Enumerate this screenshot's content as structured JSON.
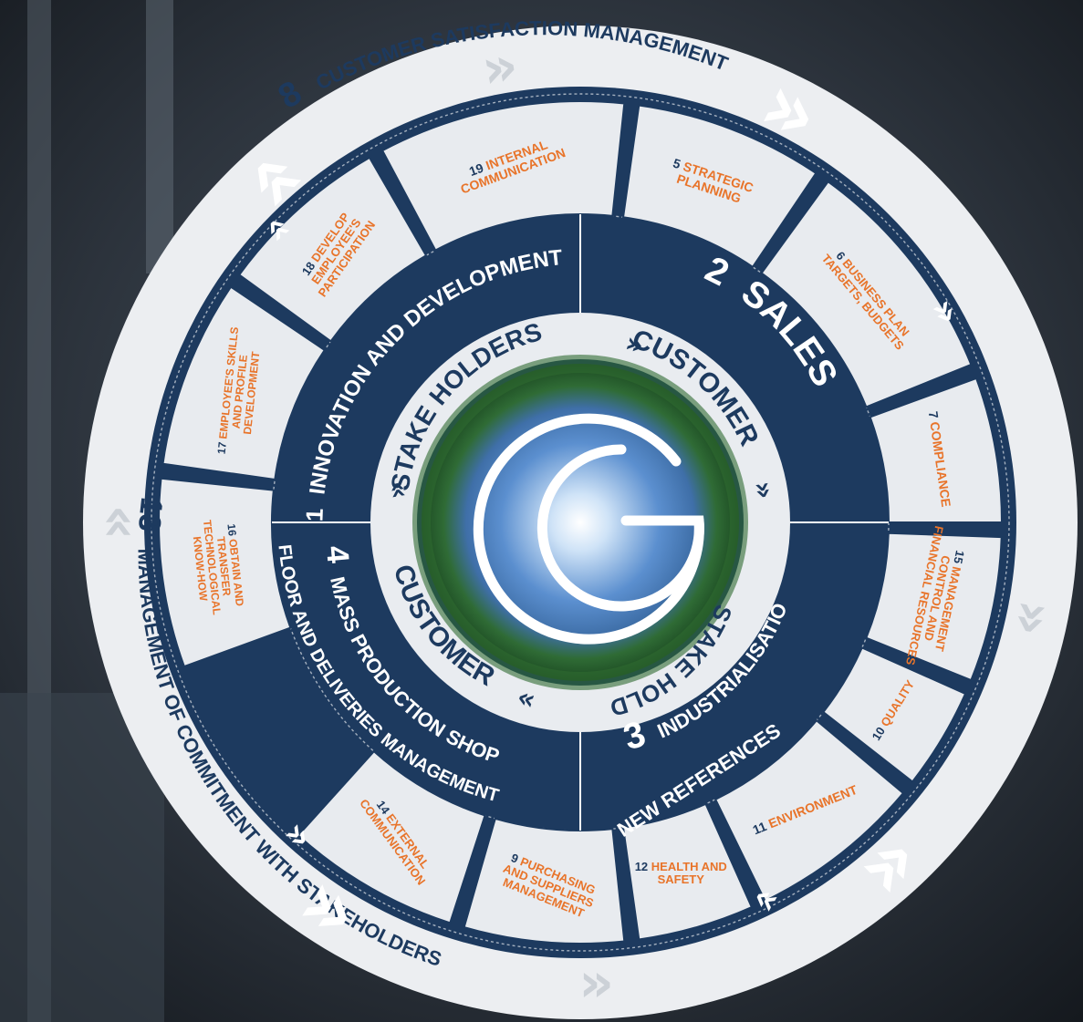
{
  "diagram": {
    "outer_ring": {
      "top_process": {
        "number": "8",
        "label": "CUSTOMER SATISFACTION MANAGEMENT"
      },
      "bottom_process": {
        "number": "13",
        "label": "MANAGEMENT OF COMMITMENT WITH STAKEHOLDERS"
      }
    },
    "segments": [
      {
        "number": "5",
        "label_lines": [
          "STRATEGIC",
          "PLANNING"
        ]
      },
      {
        "number": "6",
        "label_lines": [
          "BUSINESS PLAN",
          "TARGETS, BUDGETS"
        ]
      },
      {
        "number": "7",
        "label_lines": [
          "COMPLIANCE"
        ]
      },
      {
        "number": "15",
        "label_lines": [
          "MANAGEMENT",
          "CONTROL AND",
          "FINANCIAL RESOURCES"
        ]
      },
      {
        "number": "10",
        "label_lines": [
          "QUALITY"
        ]
      },
      {
        "number": "11",
        "label_lines": [
          "ENVIRONMENT"
        ]
      },
      {
        "number": "12",
        "label_lines": [
          "HEALTH AND",
          "SAFETY"
        ]
      },
      {
        "number": "9",
        "label_lines": [
          "PURCHASING",
          "AND SUPPLIERS",
          "MANAGEMENT"
        ]
      },
      {
        "number": "14",
        "label_lines": [
          "EXTERNAL",
          "COMMUNICATION"
        ]
      },
      {
        "number": "16",
        "label_lines": [
          "OBTAIN AND",
          "TRANSFER",
          "TECHNOLOGICAL",
          "KNOW-HOW"
        ]
      },
      {
        "number": "17",
        "label_lines": [
          "EMPLOYEE'S SKILLS",
          "AND PROFILE",
          "DEVELOPMENT"
        ]
      },
      {
        "number": "18",
        "label_lines": [
          "DEVELOP",
          "EMPLOYEE'S",
          "PARTICIPATION"
        ]
      },
      {
        "number": "19",
        "label_lines": [
          "INTERNAL",
          "COMMUNICATION"
        ]
      }
    ],
    "quadrants": {
      "q1": {
        "number": "1",
        "label": "INNOVATION AND DEVELOPMENT"
      },
      "q2": {
        "number": "2",
        "label": "SALES"
      },
      "q3": {
        "number": "3",
        "line1": "INDUSTRIALISATION OF",
        "line2": "NEW REFERENCES"
      },
      "q4": {
        "number": "4",
        "line1": "MASS PRODUCTION SHOP",
        "line2": "FLOOR AND DELIVERIES MANAGEMENT"
      }
    },
    "inner_ring": {
      "top_left": "STAKE HOLDERS",
      "top_right": "CUSTOMER",
      "bottom_right": "STAKE HOLDERS",
      "bottom_left": "CUSTOMER"
    },
    "chevron_glyph": "»",
    "colors": {
      "navy": "#1d3a5f",
      "orange": "#e8742a",
      "light": "#e8ebef",
      "accent_white": "#ffffff"
    }
  }
}
